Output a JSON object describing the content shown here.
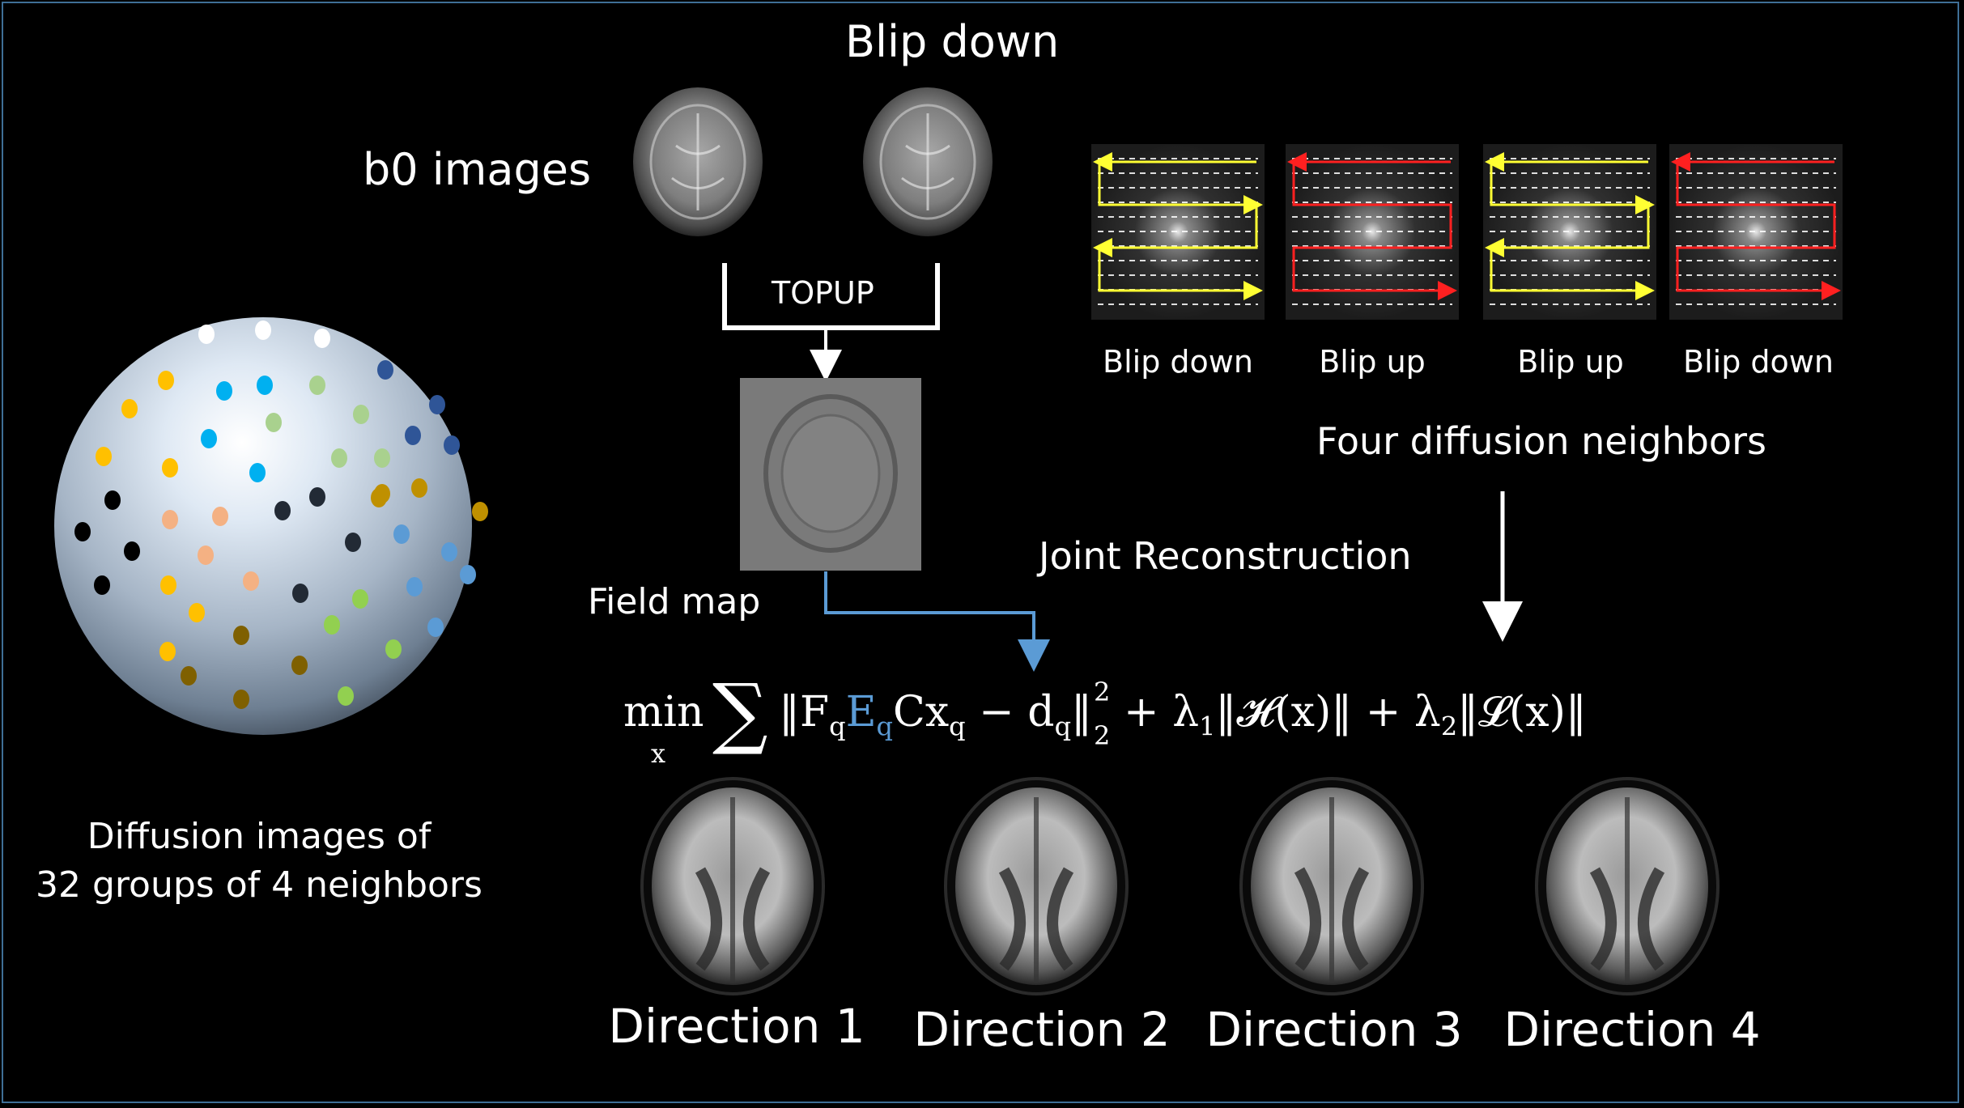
{
  "top_title": "Blip down",
  "b0_label": "b0 images",
  "topup_label": "TOPUP",
  "field_map_label": "Field map",
  "kspace": {
    "panels": [
      {
        "label": "Blip down",
        "trajectory": "yellow"
      },
      {
        "label": "Blip up",
        "trajectory": "red"
      },
      {
        "label": "Blip up",
        "trajectory": "yellow"
      },
      {
        "label": "Blip down",
        "trajectory": "red"
      }
    ],
    "caption": "Four diffusion neighbors"
  },
  "joint_label": "Joint Reconstruction",
  "sphere_caption_line1": "Diffusion images of",
  "sphere_caption_line2": "32 groups of 4 neighbors",
  "formula_text": "min_x ∑ ‖F_q E_q C x_q − d_q‖₂² + λ₁‖𝓗(x)‖ + λ₂‖𝓛(x)‖",
  "directions": [
    "Direction 1",
    "Direction 2",
    "Direction 3",
    "Direction 4"
  ],
  "colors": {
    "frame": "#3f6f96",
    "arrow_blue": "#5b9bd5",
    "trajectory_yellow": "#ffff33",
    "trajectory_red": "#ff2020",
    "dot_palette": [
      "#ffffff",
      "#ffc000",
      "#00b0f0",
      "#a9d18e",
      "#2f5597",
      "#000000",
      "#f4b183",
      "#222a35",
      "#5b9bd5",
      "#92d050",
      "#bf9000",
      "#7f6000"
    ]
  }
}
